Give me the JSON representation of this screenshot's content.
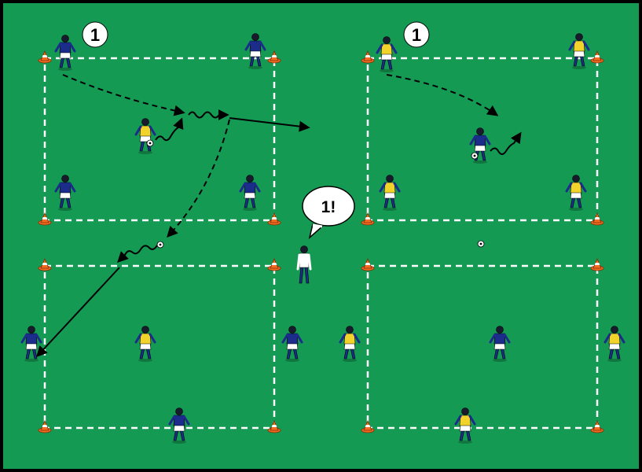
{
  "diagram": {
    "labels": {
      "field1": "1",
      "field2": "1",
      "coach_call": "1!"
    },
    "colors": {
      "pitch": "#159A54",
      "border": "#000000",
      "line": "#FFFFFF",
      "cone": "#F26B21",
      "team_blue": "#1B2C8A",
      "team_yellow": "#F2D32B",
      "shorts": "#FFFFFF",
      "arrow": "#000000"
    },
    "icons": [
      "cone-icon",
      "player-icon",
      "ball-icon",
      "coach-icon",
      "speech-bubble-icon"
    ]
  }
}
